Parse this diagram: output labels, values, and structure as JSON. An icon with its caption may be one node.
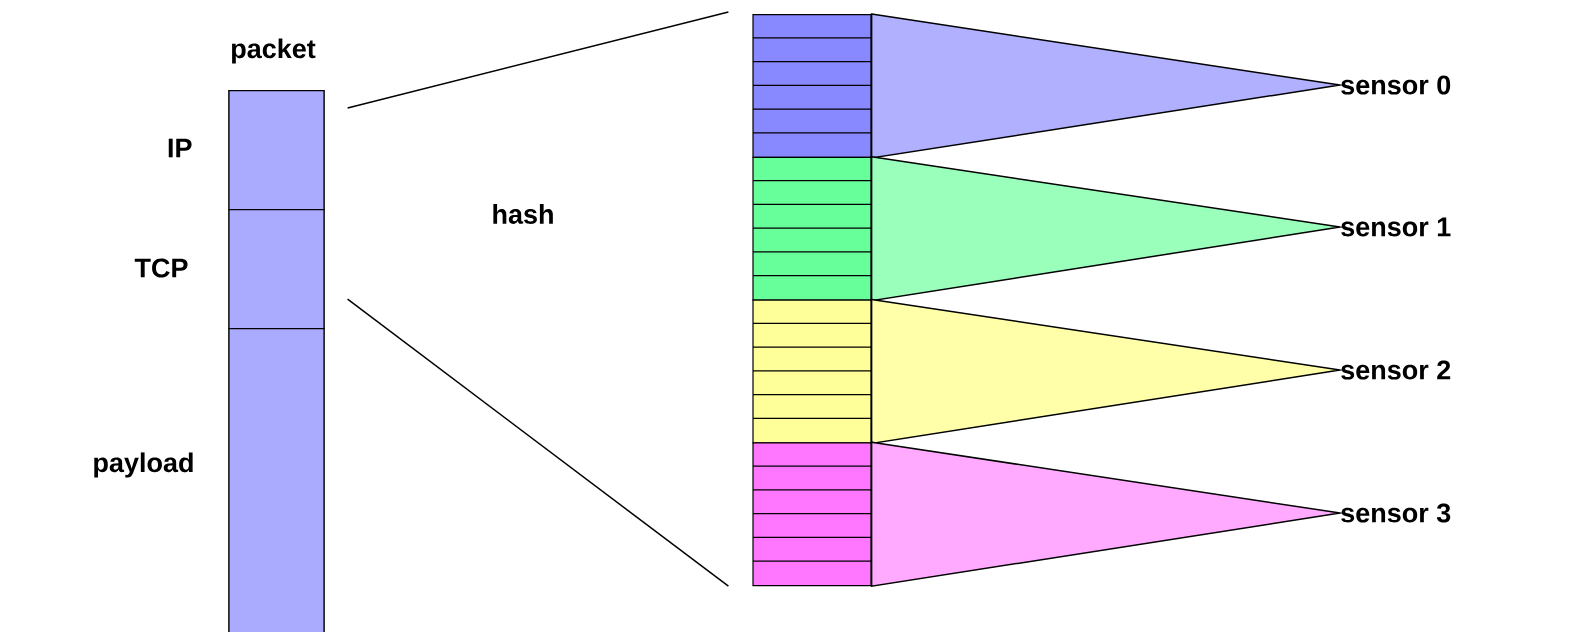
{
  "diagram": {
    "nodes": [
      {
        "text": [
          "packet"
        ]
      },
      {
        "text": [
          "IP"
        ],
        "in": 0
      },
      {
        "text": [
          "TCP"
        ],
        "in": 0
      },
      {
        "text": [
          "payload"
        ],
        "in": 0
      },
      {
        "text": [],
        "shape": "box"
      },
      {
        "text": [],
        "shape": "box"
      },
      {
        "text": [],
        "shape": "box"
      },
      {
        "text": [],
        "shape": "box"
      },
      {
        "text": [
          "sensor 0"
        ]
      },
      {
        "text": [
          "sensor 1"
        ]
      },
      {
        "text": [
          "sensor 2"
        ]
      },
      {
        "text": [
          "sensor 3"
        ]
      }
    ],
    "edges": [
      {
        "from": 1,
        "to": 4,
        "arrow": "none"
      },
      {
        "from": 2,
        "to": 7,
        "arrow": "none"
      },
      {
        "from": 4,
        "to": 8,
        "arrow": "none",
        "color": "#b0b0ff"
      },
      {
        "from": 5,
        "to": 9,
        "arrow": "none",
        "color": "#99ffbb"
      },
      {
        "from": 6,
        "to": 10,
        "arrow": "none",
        "color": "#ffffaa"
      },
      {
        "from": 7,
        "to": 11,
        "arrow": "none",
        "color": "#ffaaff"
      }
    ],
    "labels": [
      "hash"
    ]
  }
}
